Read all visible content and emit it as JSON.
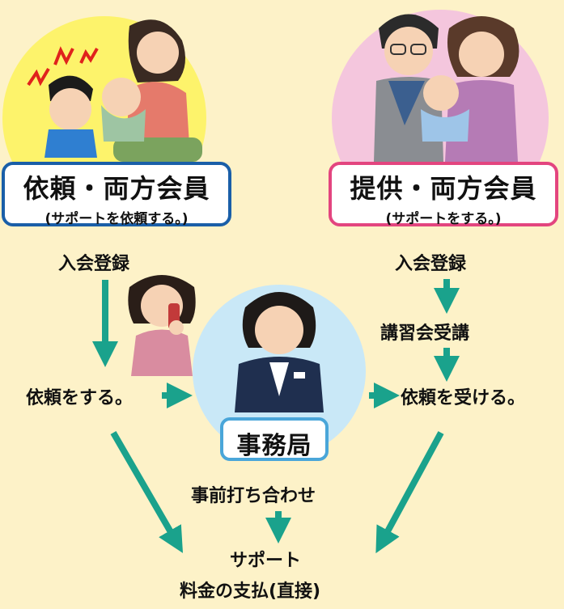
{
  "requester": {
    "title": "依頼・両方会員",
    "subtitle": "(サポートを依頼する。)",
    "step_register": "入会登録",
    "step_request": "依頼をする。"
  },
  "provider": {
    "title": "提供・両方会員",
    "subtitle": "(サポートをする。)",
    "step_register": "入会登録",
    "step_training": "講習会受講",
    "step_receive": "依頼を受ける。"
  },
  "office": {
    "title": "事務局",
    "step_meeting": "事前打ち合わせ"
  },
  "final": {
    "line1": "サポート",
    "line2": "料金の支払(直接)"
  },
  "colors": {
    "background": "#fdf2c8",
    "requester_circle": "#fdf36b",
    "provider_circle": "#f4c6dd",
    "office_circle": "#c9e8f7",
    "requester_border": "#1a5fa8",
    "provider_border": "#e3457f",
    "office_border": "#4aa6d9",
    "arrow": "#1aa28c"
  }
}
